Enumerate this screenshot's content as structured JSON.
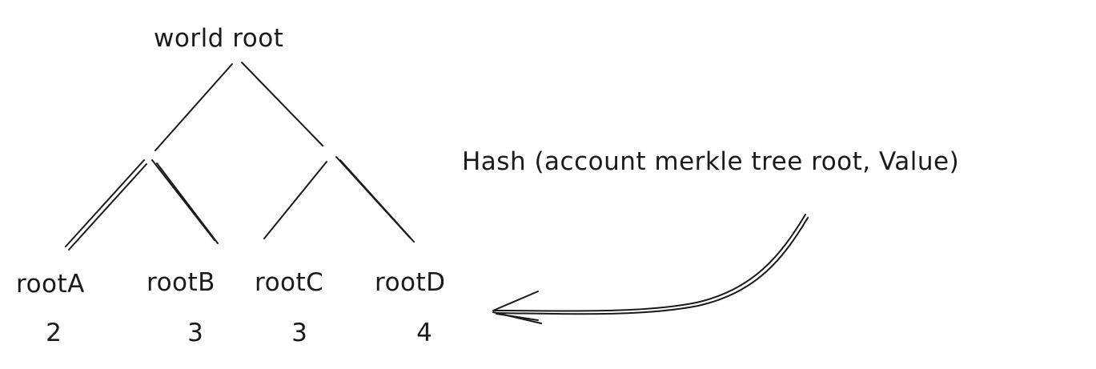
{
  "diagram": {
    "root_label": "world root",
    "leaves": [
      {
        "label": "rootA",
        "value": "2"
      },
      {
        "label": "rootB",
        "value": "3"
      },
      {
        "label": "rootC",
        "value": "3"
      },
      {
        "label": "rootD",
        "value": "4"
      }
    ],
    "annotation": "Hash (account merkle tree root, Value)",
    "ink_color": "#1a1a1a"
  }
}
